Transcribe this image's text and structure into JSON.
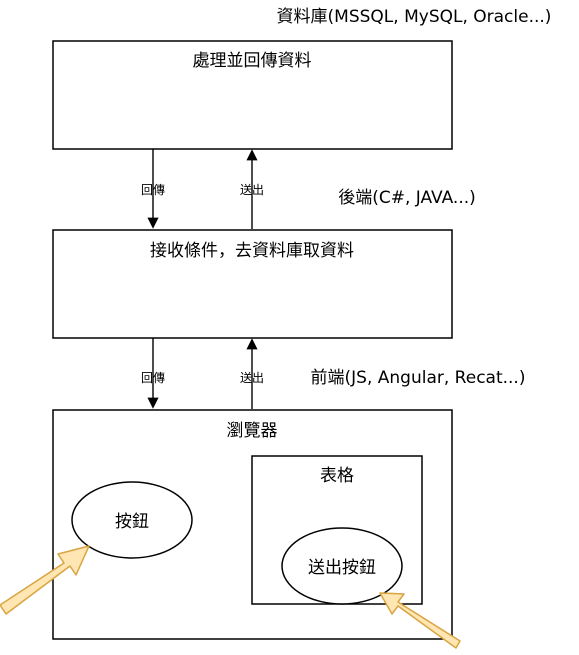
{
  "labels": {
    "db_note": "資料庫(MSSQL, MySQL, Oracle...)",
    "backend_note": "後端(C#, JAVA...)",
    "frontend_note": "前端(JS, Angular, Recat...)"
  },
  "boxes": {
    "db_box": "處理並回傳資料",
    "backend_box": "接收條件，去資料庫取資料",
    "browser_box": "瀏覽器",
    "table_box": "表格"
  },
  "nodes": {
    "button": "按鈕",
    "send_button": "送出按鈕"
  },
  "edges": {
    "return_top": "回傳",
    "send_top": "送出",
    "return_bottom": "回傳",
    "send_bottom": "送出"
  },
  "colors": {
    "stroke": "#000000",
    "fill": "#ffffff",
    "highlight_arrow_fill": "#ffe6b3",
    "highlight_arrow_stroke": "#d9a441"
  }
}
